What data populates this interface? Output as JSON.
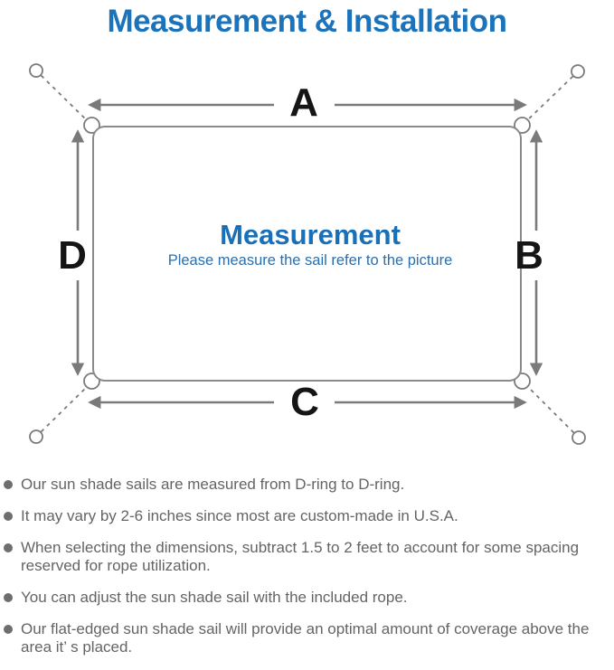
{
  "title": "Measurement & Installation",
  "diagram": {
    "labels": {
      "top": "A",
      "right": "B",
      "bottom": "C",
      "left": "D"
    },
    "center_title": "Measurement",
    "center_subtitle": "Please measure the sail refer to the picture"
  },
  "colors": {
    "accent_blue": "#1b74bb",
    "center_blue": "#1a70b8",
    "line_gray": "#7a7a7a",
    "label_black": "#151515",
    "body_text_gray": "#646464"
  },
  "bullets": [
    "Our sun shade sails are measured from D-ring to D-ring.",
    "It may vary by 2-6 inches since most are custom-made in U.S.A.",
    "When selecting the dimensions, subtract 1.5 to 2 feet to account for some spacing reserved for rope utilization.",
    "You can adjust the sun shade sail with the included rope.",
    "Our flat-edged sun shade sail will provide an optimal amount of coverage above the area it’ s placed."
  ]
}
